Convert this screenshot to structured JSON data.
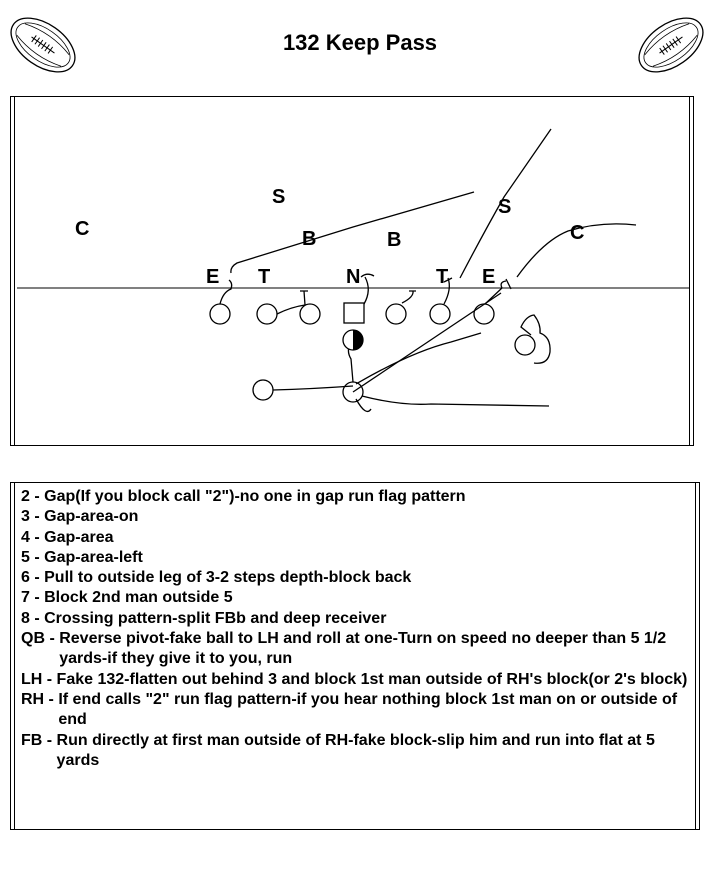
{
  "title": "132 Keep Pass",
  "icons": {
    "left": "football-icon",
    "right": "football-icon"
  },
  "defense": [
    {
      "id": "c-left",
      "label": "C"
    },
    {
      "id": "s-left",
      "label": "S"
    },
    {
      "id": "b-left",
      "label": "B"
    },
    {
      "id": "b-right",
      "label": "B"
    },
    {
      "id": "s-right",
      "label": "S"
    },
    {
      "id": "c-right",
      "label": "C"
    },
    {
      "id": "e-left",
      "label": "E"
    },
    {
      "id": "t-left",
      "label": "T"
    },
    {
      "id": "n",
      "label": "N"
    },
    {
      "id": "t-right",
      "label": "T"
    },
    {
      "id": "e-right",
      "label": "E"
    }
  ],
  "notes": [
    {
      "key": "2",
      "text": "Gap(If you block call \"2\")-no one in gap run flag pattern"
    },
    {
      "key": "3",
      "text": "Gap-area-on"
    },
    {
      "key": "4",
      "text": "Gap-area"
    },
    {
      "key": "5",
      "text": "Gap-area-left"
    },
    {
      "key": "6",
      "text": "Pull to outside leg of 3-2 steps depth-block back"
    },
    {
      "key": "7",
      "text": "Block 2nd man outside 5"
    },
    {
      "key": "8",
      "text": "Crossing pattern-split FBb and deep receiver"
    },
    {
      "key": "QB",
      "text": "Reverse pivot-fake ball to LH and roll at one-Turn on speed no deeper than 5 1/2 yards-if they give it to you, run"
    },
    {
      "key": "LH",
      "text": "Fake 132-flatten out behind 3 and block 1st man outside of RH's block(or 2's block)"
    },
    {
      "key": "RH",
      "text": "If end calls \"2\" run flag pattern-if you hear nothing block 1st man on or outside of end"
    },
    {
      "key": "FB",
      "text": "Run directly at first man outside of RH-fake block-slip him and run into flat at 5 yards"
    }
  ]
}
